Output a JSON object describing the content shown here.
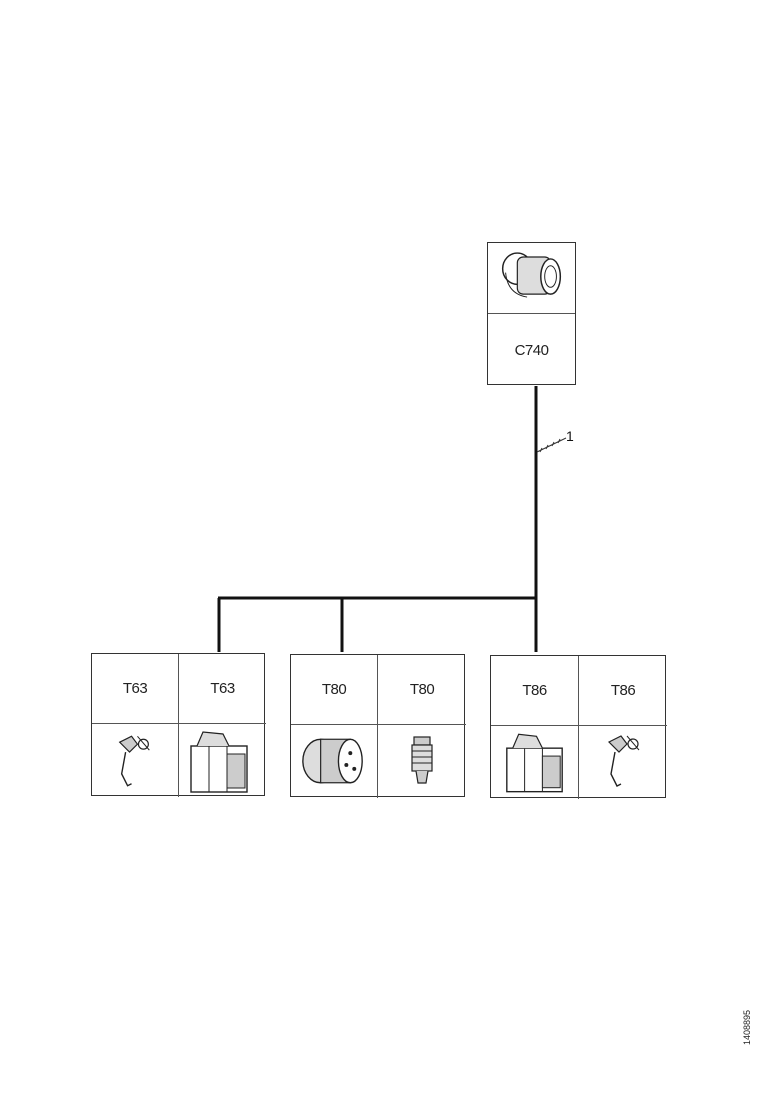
{
  "top_connector": {
    "label": "C740",
    "icon": "round-connector-icon"
  },
  "leader_label": "1",
  "groups": [
    {
      "left_label": "T63",
      "right_label": "T63",
      "left_icon": "terminal-lug-icon",
      "right_icon": "block-connector-icon"
    },
    {
      "left_label": "T80",
      "right_label": "T80",
      "left_icon": "round-multipin-connector-icon",
      "right_icon": "small-plug-icon"
    },
    {
      "left_label": "T86",
      "right_label": "T86",
      "left_icon": "block-connector-icon",
      "right_icon": "terminal-lug-icon"
    }
  ],
  "figure_id": "1408895"
}
